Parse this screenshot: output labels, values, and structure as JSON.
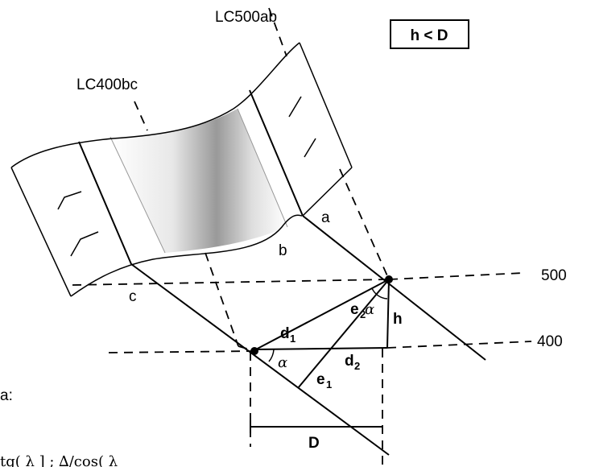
{
  "labels": {
    "layer_top": "LC500ab",
    "layer_bottom": "LC400bc",
    "condition": "h < D",
    "point_a": "a",
    "point_b": "b",
    "point_c": "c",
    "level_500": "500",
    "level_400": "400",
    "d_main": "d",
    "d_main_sub": "1",
    "d_second": "d",
    "d_second_sub": "2",
    "e_upper": "e",
    "e_upper_sub": "2",
    "e_lower": "e",
    "e_lower_sub": "1",
    "height": "h",
    "distance": "D",
    "angle_symbol": "α",
    "caption_partial": "a:",
    "formula_partial": "tg( λ ] ; ∆/cos( λ"
  }
}
